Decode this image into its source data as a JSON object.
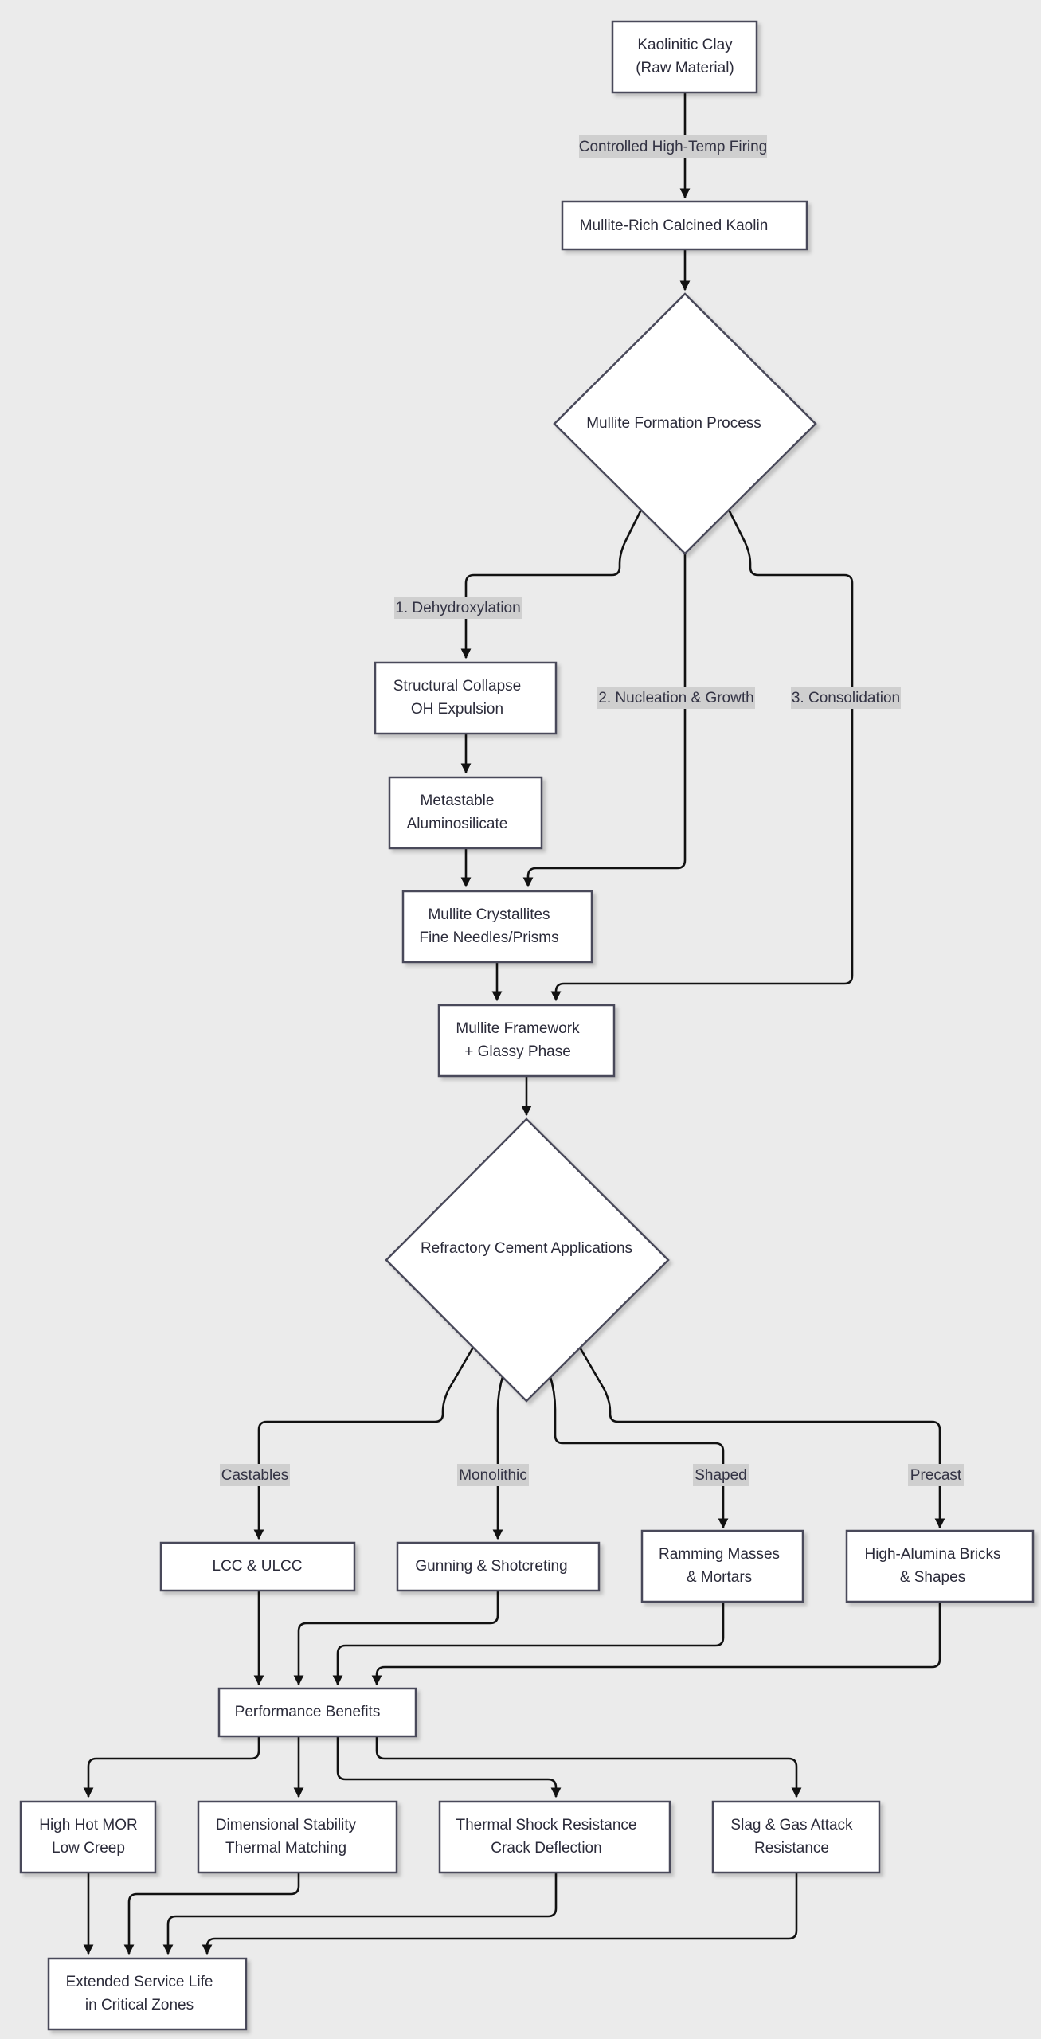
{
  "nodes": {
    "clay": {
      "lines": [
        "Kaolinitic Clay",
        "(Raw Material)"
      ]
    },
    "calcined": {
      "lines": [
        "Mullite-Rich Calcined Kaolin"
      ]
    },
    "formation": {
      "lines": [
        "Mullite Formation Process"
      ]
    },
    "collapse": {
      "lines": [
        "Structural Collapse",
        "OH Expulsion"
      ]
    },
    "metastable": {
      "lines": [
        "Metastable",
        "Aluminosilicate"
      ]
    },
    "crystallites": {
      "lines": [
        "Mullite Crystallites",
        "Fine Needles/Prisms"
      ]
    },
    "framework": {
      "lines": [
        "Mullite Framework",
        "+ Glassy Phase"
      ]
    },
    "applications": {
      "lines": [
        "Refractory Cement Applications"
      ]
    },
    "lcc": {
      "lines": [
        "LCC & ULCC"
      ]
    },
    "gunning": {
      "lines": [
        "Gunning & Shotcreting"
      ]
    },
    "ramming": {
      "lines": [
        "Ramming Masses",
        "& Mortars"
      ]
    },
    "bricks": {
      "lines": [
        "High-Alumina Bricks",
        "& Shapes"
      ]
    },
    "performance": {
      "lines": [
        "Performance Benefits"
      ]
    },
    "mor": {
      "lines": [
        "High Hot MOR",
        "Low Creep"
      ]
    },
    "dimensional": {
      "lines": [
        "Dimensional Stability",
        "Thermal Matching"
      ]
    },
    "thermal": {
      "lines": [
        "Thermal Shock Resistance",
        "Crack Deflection"
      ]
    },
    "slag": {
      "lines": [
        "Slag & Gas Attack",
        "Resistance"
      ]
    },
    "service": {
      "lines": [
        "Extended Service Life",
        "in Critical Zones"
      ]
    }
  },
  "edge_labels": {
    "firing": "Controlled High-Temp Firing",
    "dehydroxylation": "1. Dehydroxylation",
    "nucleation": "2. Nucleation & Growth",
    "consolidation": "3. Consolidation",
    "castables": "Castables",
    "monolithic": "Monolithic",
    "shaped": "Shaped",
    "precast": "Precast"
  }
}
